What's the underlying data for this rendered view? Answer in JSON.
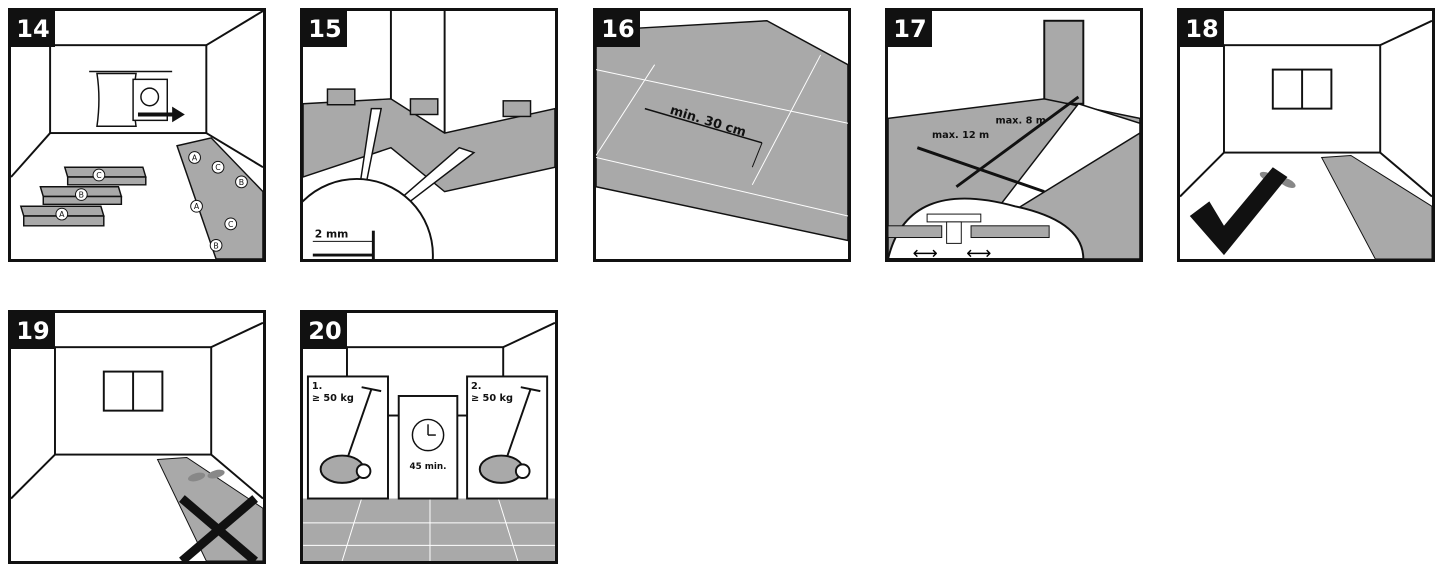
{
  "panels": [
    {
      "number": "14",
      "badges": [
        "A",
        "B",
        "C"
      ]
    },
    {
      "number": "15",
      "gap_label": "2 mm"
    },
    {
      "number": "16",
      "distance_label": "min. 30 cm"
    },
    {
      "number": "17",
      "length_label": "max. 12 m",
      "width_label": "max. 8 m"
    },
    {
      "number": "18"
    },
    {
      "number": "19"
    },
    {
      "number": "20",
      "step1_label": "1.",
      "step1_weight": "≥ 50 kg",
      "wait_label": "45 min.",
      "step2_label": "2.",
      "step2_weight": "≥ 50 kg"
    }
  ],
  "colors": {
    "floor": "#a9a9a9",
    "line": "#111111",
    "plank_lines": "#ffffff"
  }
}
